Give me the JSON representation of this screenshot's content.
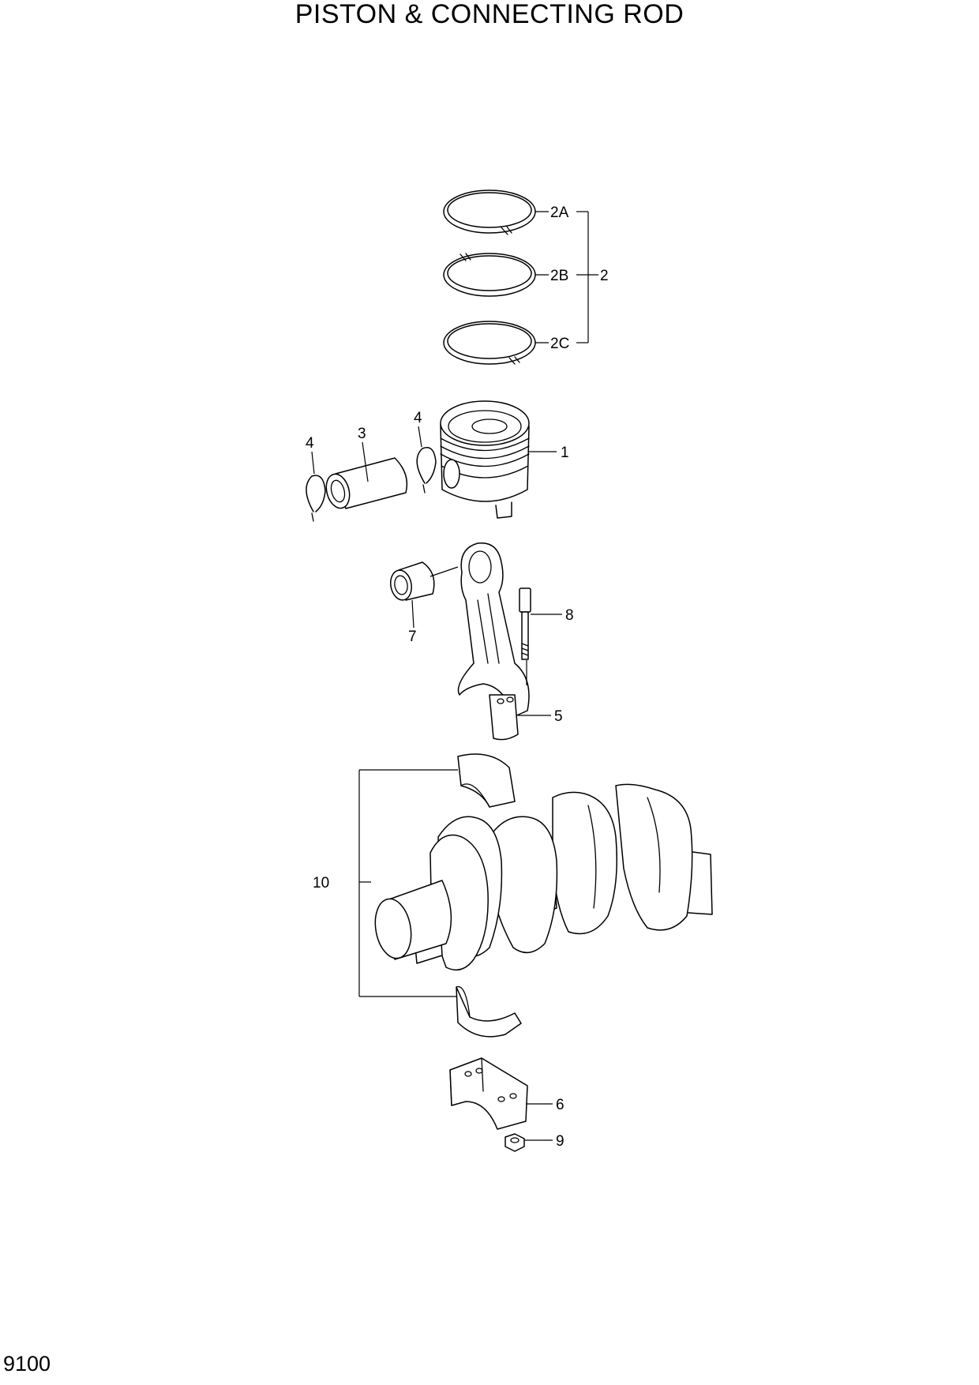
{
  "page": {
    "title": "PISTON & CONNECTING ROD",
    "page_number": "9100"
  },
  "callouts": {
    "ring_top": "2A",
    "ring_second": "2B",
    "ring_oil": "2C",
    "ring_set": "2",
    "piston": "1",
    "piston_pin": "3",
    "snap_ring_left": "4",
    "snap_ring_right": "4",
    "small_end_bushing": "7",
    "rod_bolt": "8",
    "connecting_rod": "5",
    "crank_bearing_set": "10",
    "rod_cap": "6",
    "rod_nut": "9"
  },
  "colors": {
    "line": "#000000",
    "background": "#ffffff"
  }
}
